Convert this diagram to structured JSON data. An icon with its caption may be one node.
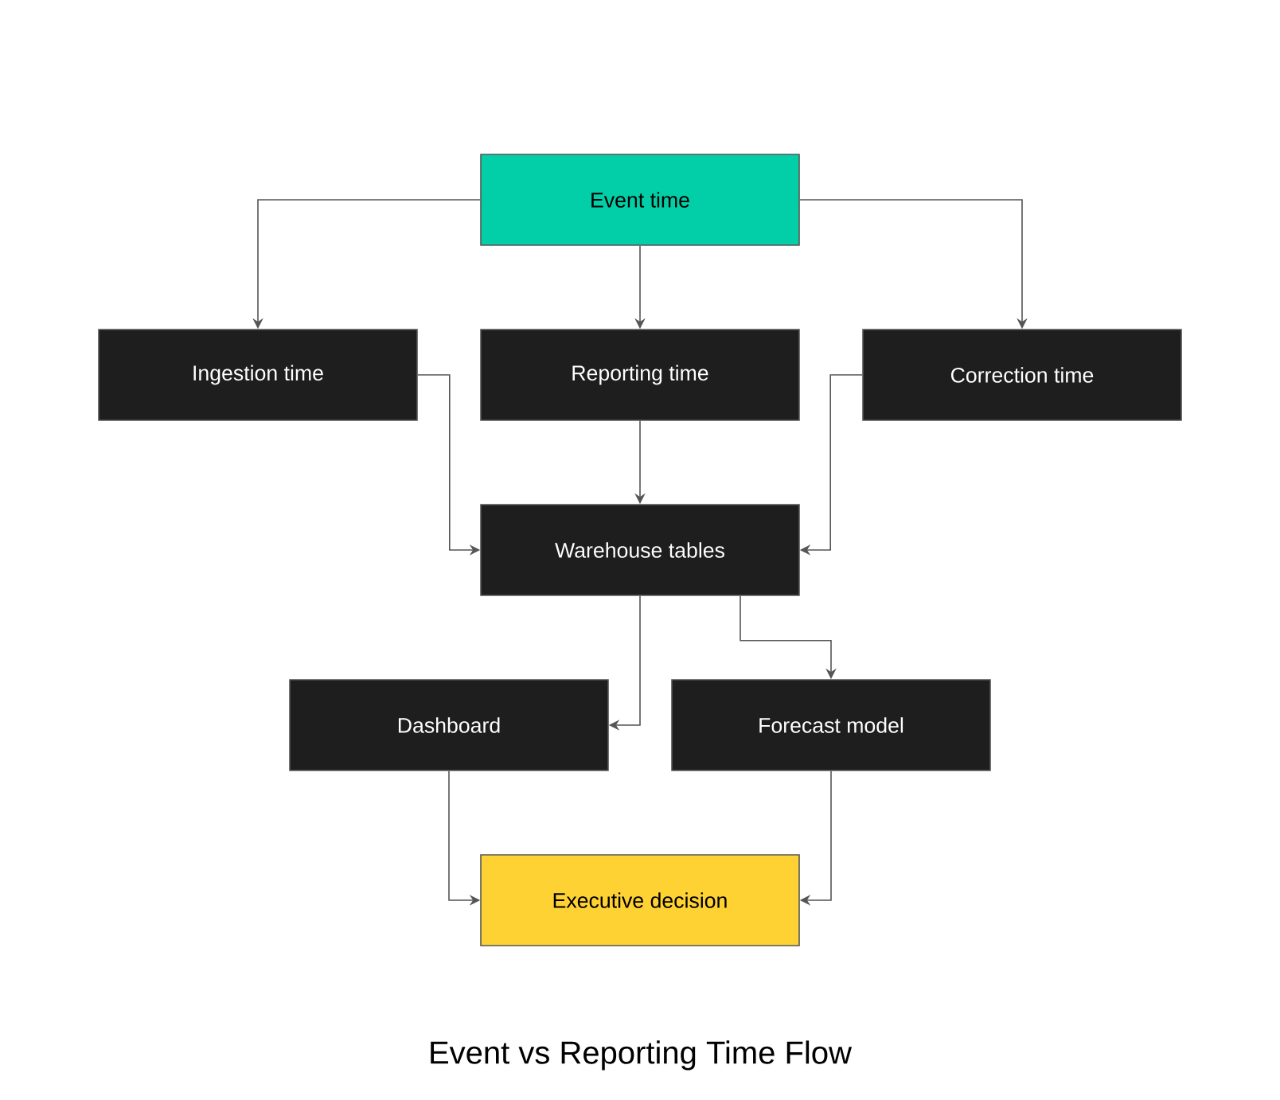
{
  "diagram": {
    "title": "Event vs Reporting Time Flow",
    "nodes": [
      {
        "text": [
          "Event time"
        ]
      },
      {
        "text": [
          "Ingestion time"
        ]
      },
      {
        "text": [
          "Reporting time"
        ]
      },
      {
        "text": [
          "Correction time"
        ]
      },
      {
        "text": [
          "Warehouse tables"
        ]
      },
      {
        "text": [
          "Dashboard"
        ]
      },
      {
        "text": [
          "Forecast model"
        ]
      },
      {
        "text": [
          "Executive decision"
        ]
      }
    ],
    "edges": [
      {
        "from": 0,
        "to": 1,
        "arrow": "to"
      },
      {
        "from": 0,
        "to": 2,
        "arrow": "to"
      },
      {
        "from": 0,
        "to": 3,
        "arrow": "to"
      },
      {
        "from": 1,
        "to": 4,
        "arrow": "to"
      },
      {
        "from": 2,
        "to": 4,
        "arrow": "to"
      },
      {
        "from": 3,
        "to": 4,
        "arrow": "to"
      },
      {
        "from": 4,
        "to": 5,
        "arrow": "to"
      },
      {
        "from": 4,
        "to": 6,
        "arrow": "to"
      },
      {
        "from": 5,
        "to": 7,
        "arrow": "to"
      },
      {
        "from": 6,
        "to": 7,
        "arrow": "to"
      }
    ]
  }
}
